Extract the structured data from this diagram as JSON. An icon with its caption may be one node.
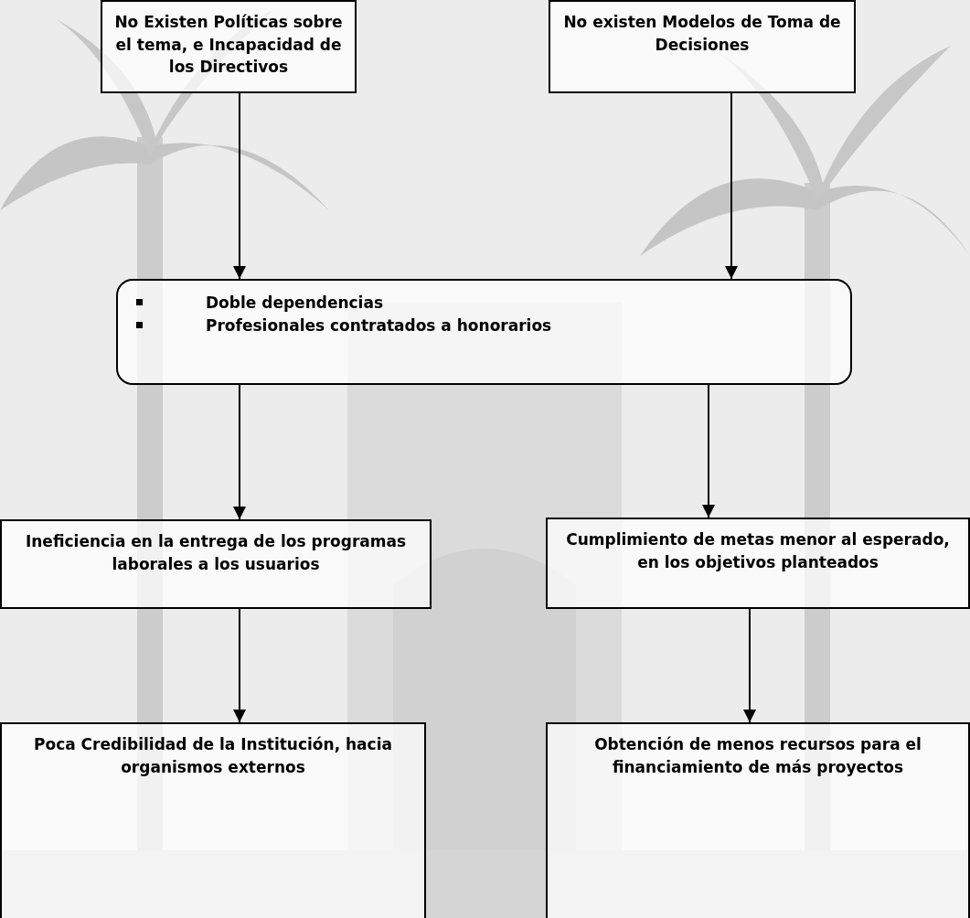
{
  "diagram": {
    "nodes": [
      {
        "text": [
          "No Existen Políticas sobre el tema, e Incapacidad de los Directivos"
        ]
      },
      {
        "text": [
          "No existen Modelos de Toma de Decisiones"
        ]
      },
      {
        "text": [
          "Doble dependencias",
          "Profesionales contratados a honorarios"
        ]
      },
      {
        "text": [
          "Ineficiencia en la entrega de los programas laborales a los usuarios"
        ]
      },
      {
        "text": [
          "Cumplimiento de metas menor al esperado, en los objetivos planteados"
        ]
      },
      {
        "text": [
          "Poca Credibilidad de la Institución, hacia organismos externos"
        ]
      },
      {
        "text": [
          "Obtención de menos recursos para el financiamiento de más proyectos"
        ]
      }
    ],
    "edges": [
      {
        "from": 0,
        "to": 2,
        "arrow": "to"
      },
      {
        "from": 1,
        "to": 2,
        "arrow": "to"
      },
      {
        "from": 2,
        "to": 3,
        "arrow": "to"
      },
      {
        "from": 2,
        "to": 4,
        "arrow": "to"
      },
      {
        "from": 3,
        "to": 5,
        "arrow": "to"
      },
      {
        "from": 4,
        "to": 6,
        "arrow": "to"
      }
    ]
  }
}
